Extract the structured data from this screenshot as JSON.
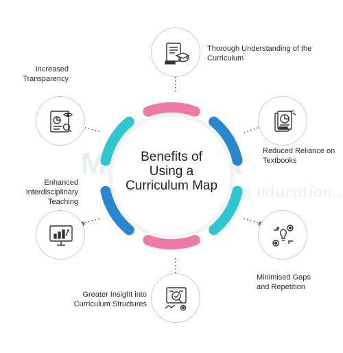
{
  "diagram": {
    "center_title": "Benefits of Using a Curriculum Map",
    "watermark": "MasterSoft",
    "watermark_tagline": "Advancing education....",
    "benefits": [
      {
        "label": "Thorough Understanding of the Curriculum",
        "icon": "document-graduation-cap-icon"
      },
      {
        "label": "Reduced Reliance on Textbooks",
        "icon": "book-chart-icon"
      },
      {
        "label": "Minimised Gaps and Repetition",
        "icon": "gears-lightbulb-icon"
      },
      {
        "label": "Greater Insight into Curriculum Structures",
        "icon": "magnifier-analysis-icon"
      },
      {
        "label": "Enhanced Interdisciplinary Teaching",
        "icon": "monitor-chart-icon"
      },
      {
        "label": "Increased Transparency",
        "icon": "report-eye-icon"
      }
    ],
    "colors": {
      "pink": "#f07aa6",
      "teal": "#2ec7cf",
      "blue": "#2a86cf",
      "dot": "#2a86cf"
    }
  }
}
